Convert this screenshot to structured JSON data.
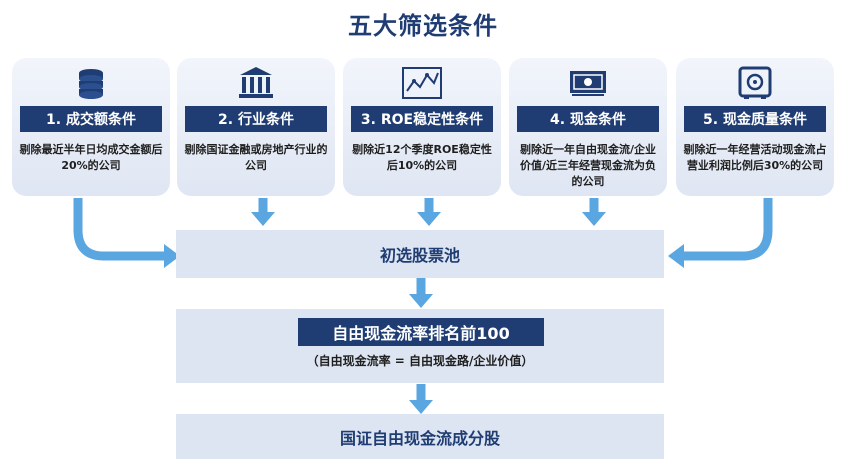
{
  "title": "五大筛选条件",
  "cards": [
    {
      "label": "1. 成交额条件",
      "desc": "剔除最近半年日均成交金额后20%的公司",
      "icon": "coins-icon"
    },
    {
      "label": "2. 行业条件",
      "desc": "剔除国证金融或房地产行业的公司",
      "icon": "bank-icon"
    },
    {
      "label": "3. ROE稳定性条件",
      "desc": "剔除近12个季度ROE稳定性后10%的公司",
      "icon": "line-chart-icon"
    },
    {
      "label": "4. 现金条件",
      "desc": "剔除近一年自由现金流/企业价值/近三年经营现金流为负的公司",
      "icon": "cash-icon"
    },
    {
      "label": "5. 现金质量条件",
      "desc": "剔除近一年经营活动现金流占营业利润比例后30%的公司",
      "icon": "safe-icon"
    }
  ],
  "pool": "初选股票池",
  "ranking": {
    "banner": "自由现金流率排名前100",
    "formula": "（自由现金流率 = 自由现金路/企业价值）"
  },
  "result": "国证自由现金流成分股",
  "colors": {
    "navy": "#1f3c73",
    "arrow": "#5aa6e0",
    "panel": "#dde5f2"
  }
}
